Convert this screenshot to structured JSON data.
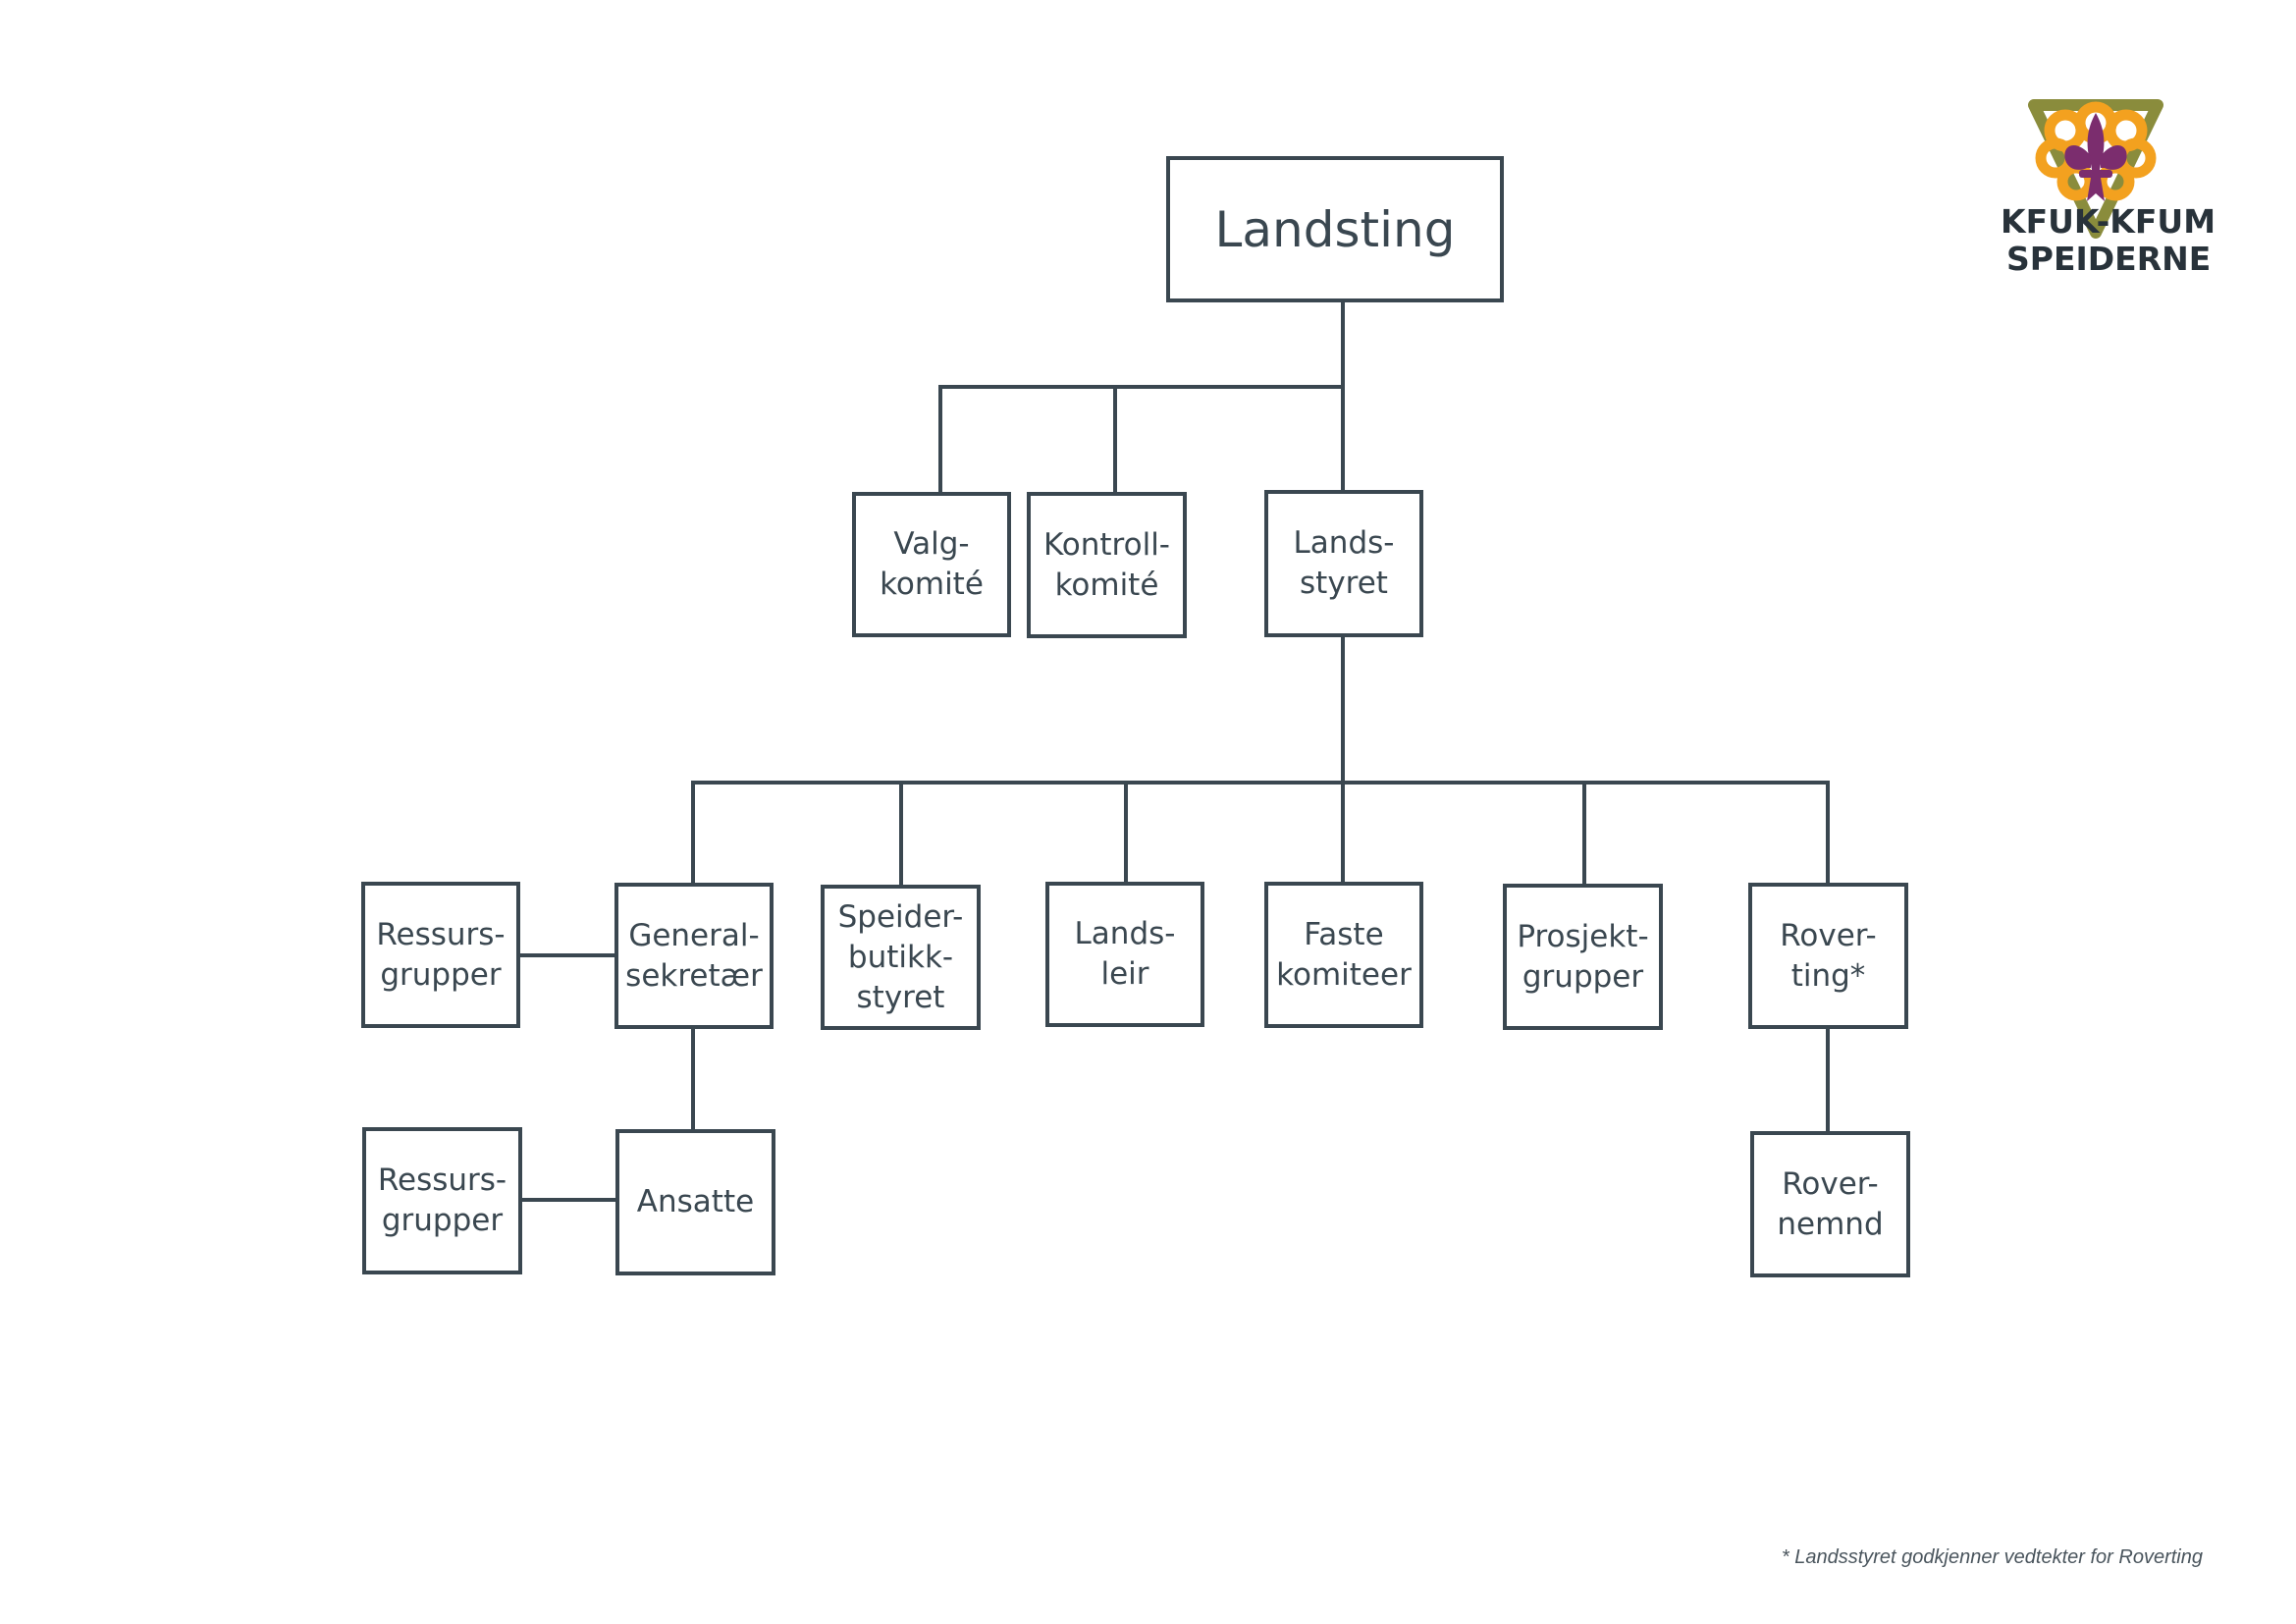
{
  "logo": {
    "line1": "KFUK-KFUM",
    "line2": "SPEIDERNE",
    "colors": {
      "olive": "#8a8c3c",
      "orange": "#f3a11f",
      "purple": "#7b2d6e"
    }
  },
  "nodes": {
    "landsting": "Landsting",
    "valgkomite": "Valg-\nkomité",
    "kontrollkomite": "Kontroll-\nkomité",
    "landsstyret": "Lands-\nstyret",
    "ressursgrupper_1": "Ressurs-\ngrupper",
    "generalsekretaer": "General-\nsekretær",
    "speiderbutikkstyret": "Speider-\nbutikk-\nstyret",
    "landsleir": "Lands-\nleir",
    "faste_komiteer": "Faste\nkomiteer",
    "prosjektgrupper": "Prosjekt-\ngrupper",
    "roverting": "Rover-\nting*",
    "ressursgrupper_2": "Ressurs-\ngrupper",
    "ansatte": "Ansatte",
    "rovernemnd": "Rover-\nnemnd"
  },
  "footnote": "* Landsstyret godkjenner vedtekter for Roverting",
  "colors": {
    "line": "#3a4750",
    "text": "#3a4750"
  }
}
